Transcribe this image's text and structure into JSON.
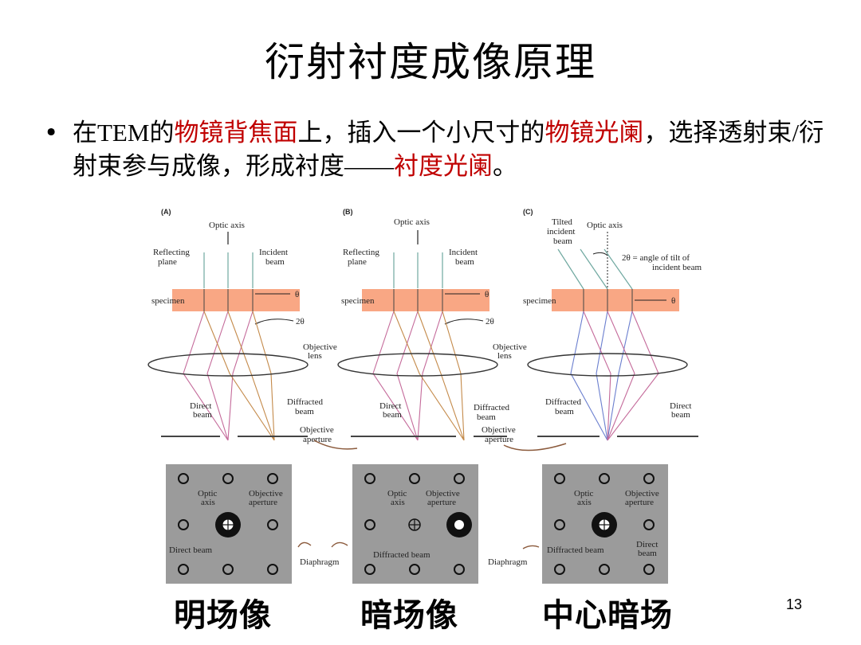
{
  "title": "衍射衬度成像原理",
  "bullet": {
    "symbol": "•",
    "segments": [
      {
        "text": "在",
        "style": "normal"
      },
      {
        "text": "TEM",
        "style": "serif"
      },
      {
        "text": "的",
        "style": "normal"
      },
      {
        "text": "物镜背焦面",
        "style": "red"
      },
      {
        "text": "上，插入一个小尺寸的",
        "style": "normal"
      },
      {
        "text": "物镜光阑",
        "style": "red"
      },
      {
        "text": "，选择透射束",
        "style": "normal"
      },
      {
        "text": "/",
        "style": "serif"
      },
      {
        "text": "衍射束参与成像，形成衬度",
        "style": "normal"
      },
      {
        "text": "——",
        "style": "serif"
      },
      {
        "text": "衬度光阑",
        "style": "red"
      },
      {
        "text": "。",
        "style": "normal"
      }
    ]
  },
  "figure": {
    "panels": [
      {
        "tag": "(A)",
        "optic_axis": "Optic axis",
        "reflecting": [
          "Reflecting",
          "plane"
        ],
        "incident": [
          "Incident",
          "beam"
        ],
        "specimen": "specimen",
        "theta": "θ",
        "two_theta": "2θ",
        "objective_lens": [
          "Objective",
          "lens"
        ],
        "direct_beam": [
          "Direct",
          "beam"
        ],
        "diffracted_beam": [
          "Diffracted",
          "beam"
        ],
        "objective_aperture": [
          "Objective",
          "aperture"
        ]
      },
      {
        "tag": "(B)",
        "optic_axis": "Optic axis",
        "reflecting": [
          "Reflecting",
          "plane"
        ],
        "incident": [
          "Incident",
          "beam"
        ],
        "specimen": "specimen",
        "theta": "θ",
        "two_theta": "2θ",
        "objective_lens": [
          "Objective",
          "lens"
        ],
        "direct_beam": [
          "Direct",
          "beam"
        ],
        "diffracted_beam": [
          "Diffracted",
          "beam"
        ],
        "objective_aperture": [
          "Objective",
          "aperture"
        ]
      },
      {
        "tag": "(C)",
        "tilted": [
          "Tilted",
          "incident",
          "beam"
        ],
        "optic_axis": "Optic axis",
        "tilt_note": [
          "2θ = angle of tilt of",
          "incident beam"
        ],
        "specimen": "specimen",
        "theta": "θ",
        "diffracted_beam": [
          "Diffracted",
          "beam"
        ],
        "direct_beam": [
          "Direct",
          "beam"
        ]
      }
    ],
    "apertures": [
      {
        "optic": [
          "Optic",
          "axis"
        ],
        "objective": [
          "Objective",
          "aperture"
        ],
        "beam": "Direct beam"
      },
      {
        "optic": [
          "Optic",
          "axis"
        ],
        "objective": [
          "Objective",
          "aperture"
        ],
        "beam": "Diffracted beam"
      },
      {
        "optic": [
          "Optic",
          "axis"
        ],
        "objective": [
          "Objective",
          "aperture"
        ],
        "beam": "Diffracted beam",
        "direct": [
          "Direct",
          "beam"
        ]
      }
    ],
    "diaphragm": "Diaphragm",
    "colors": {
      "specimen": "#f9a784",
      "incident": "#6fa8a0",
      "diffracted": "#c46a9a",
      "direct": "#6b7fcf",
      "aperture_bg": "#9b9b9b"
    }
  },
  "captions": [
    "明场像",
    "暗场像",
    "中心暗场"
  ],
  "page_number": "13"
}
